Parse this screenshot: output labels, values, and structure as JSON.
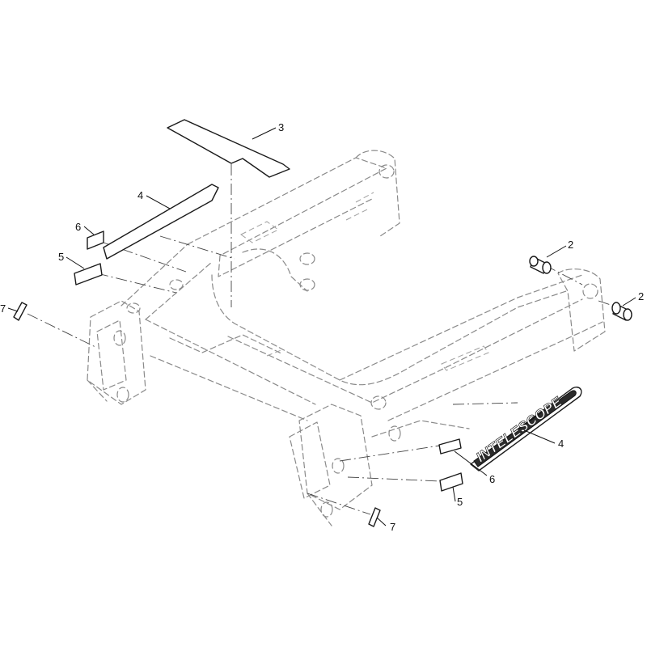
{
  "decal_text": "INTELESCOPE",
  "callouts": [
    {
      "id": "c3",
      "label": "3"
    },
    {
      "id": "c4a",
      "label": "4"
    },
    {
      "id": "c6a",
      "label": "6"
    },
    {
      "id": "c5a",
      "label": "5"
    },
    {
      "id": "c7a",
      "label": "7"
    },
    {
      "id": "c2a",
      "label": "2"
    },
    {
      "id": "c2b",
      "label": "2"
    },
    {
      "id": "c4b",
      "label": "4"
    },
    {
      "id": "c6b",
      "label": "6"
    },
    {
      "id": "c5b",
      "label": "5"
    },
    {
      "id": "c7b",
      "label": "7"
    }
  ]
}
